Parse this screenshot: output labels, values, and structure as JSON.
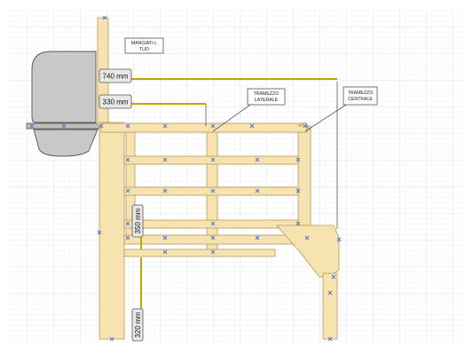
{
  "labels": {
    "mangiatoia": [
      "MANGIATI-L",
      "TUO"
    ],
    "tramezzo_laterale": [
      "TRAMEZZO",
      "LATERALE"
    ],
    "tramezzo_centrale": [
      "TRAMEZZO",
      "CENTRALE"
    ]
  },
  "dimensions": {
    "d740": "740 mm",
    "d330": "330 mm",
    "d350": "350 mm",
    "d320": "320 mm"
  },
  "colors": {
    "wood": "#f7e3b0",
    "trough": "#c8c8c8",
    "grid": "#d4d4d4",
    "handle": "#4c6fd8",
    "dimension": "#b9a800"
  }
}
